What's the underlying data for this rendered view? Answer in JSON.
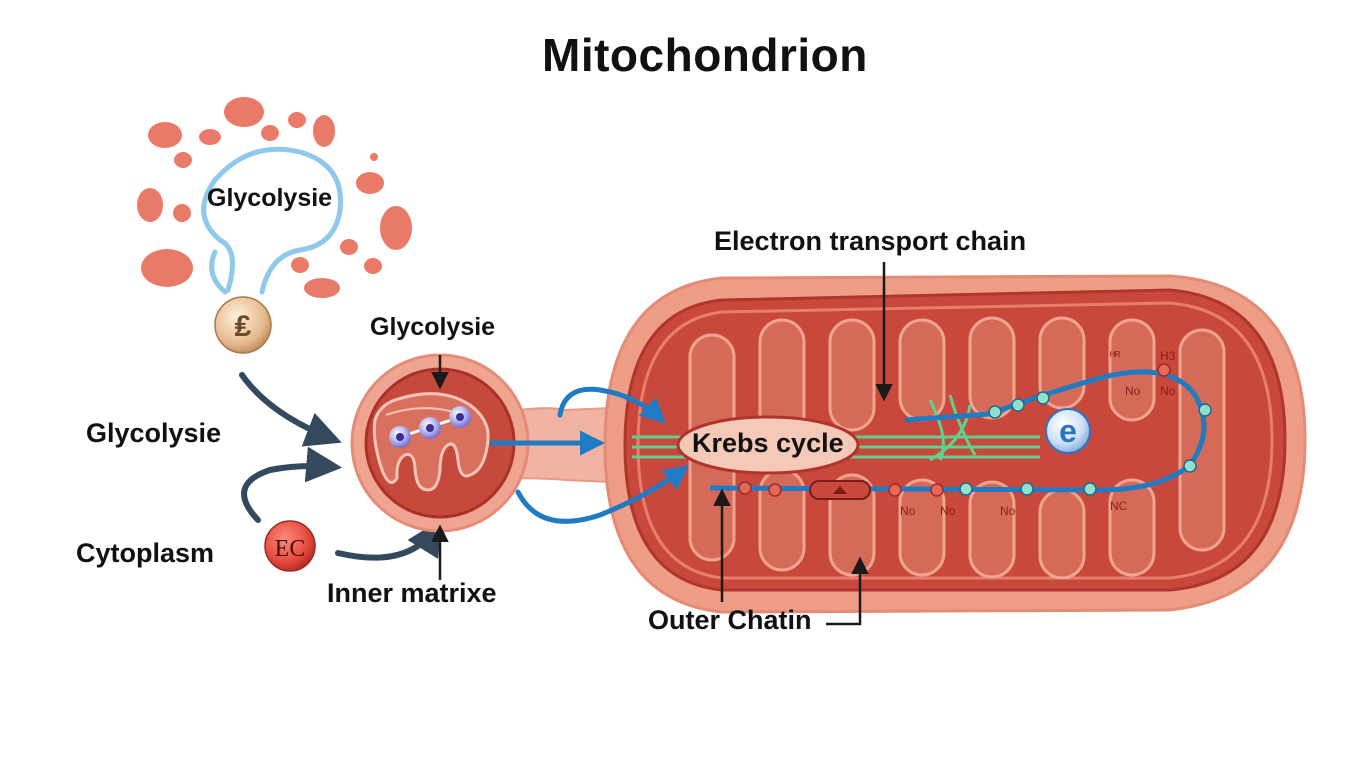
{
  "title": "Mitochondrion",
  "labels": {
    "glycolysis_cloud": "Glycolysie",
    "glycolysis_small_organelle": "Glycolysie",
    "glycolysis_left": "Glycolysie",
    "cytoplasm": "Cytoplasm",
    "inner_matrix": "Inner matrixe",
    "electron_transport_chain": "Electron transport chain",
    "krebs_cycle": "Krebs cycle",
    "outer_chain": "Outer Chatin"
  },
  "icons": {
    "top_coin_symbol": "₤",
    "red_coin_symbol": "EC",
    "electron_symbol": "e"
  },
  "colors": {
    "arrow_dark": "#34495e",
    "arrow_blue": "#1e7bc4",
    "membrane_outer": "#ee9d86",
    "membrane_inner": "#c8483c",
    "cristae": "#b43a32",
    "krebs_fill": "#f4c9b8",
    "krebs_stroke": "#b2332b",
    "green_strand": "#5fd18f",
    "blob_red": "#ea7a68",
    "cloud_blue": "#8ec8ea",
    "electron_blue": "#2a74c8"
  }
}
